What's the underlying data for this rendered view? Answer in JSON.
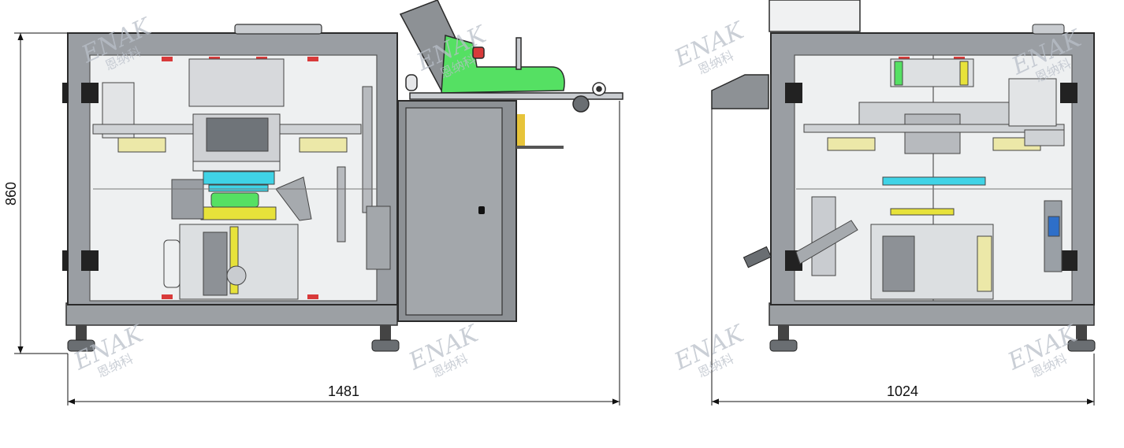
{
  "dimensions": {
    "front_height": "860",
    "front_width": "1481",
    "side_width": "1024"
  },
  "watermark": {
    "text_en": "ENAK",
    "text_cn": "恩纳科"
  },
  "colors": {
    "frame": "#8e9297",
    "panel_glass": "#f3f4f5",
    "cabinet": "#7f8488",
    "green_part": "#55e063",
    "cyan_part": "#3fd3e6",
    "yellow_part": "#e7e23a",
    "red_mark": "#d83a3a"
  }
}
